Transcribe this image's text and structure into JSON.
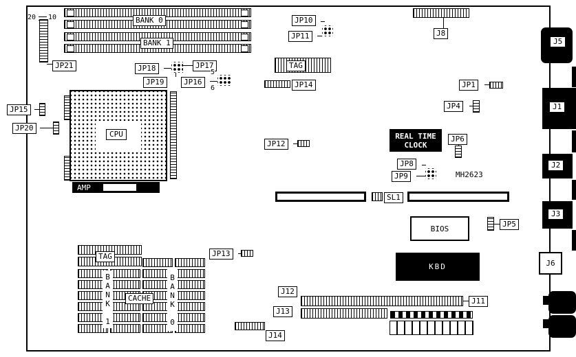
{
  "diagram": {
    "callouts": {
      "jp1": "JP1",
      "jp4": "JP4",
      "jp5": "JP5",
      "jp6": "JP6",
      "jp8": "JP8",
      "jp9": "JP9",
      "jp10": "JP10",
      "jp11": "JP11",
      "jp12": "JP12",
      "jp13": "JP13",
      "jp14": "JP14",
      "jp15": "JP15",
      "jp16": "JP16",
      "jp17": "JP17",
      "jp18": "JP18",
      "jp19": "JP19",
      "jp20": "JP20",
      "jp21": "JP21",
      "j8": "J8",
      "j11": "J11",
      "j12": "J12",
      "j13": "J13",
      "j14": "J14",
      "sl1": "SL1",
      "tag_top": "TAG",
      "tag_bottom": "TAG",
      "cache": "CACHE",
      "bank0_mem": "BANK 0",
      "bank1_mem": "BANK 1",
      "bank0_cache": "BANK 0",
      "bank1_cache": "BANK 1"
    },
    "connector_labels": {
      "j1": "J1",
      "j2": "J2",
      "j3": "J3",
      "j5": "J5",
      "j6": "J6"
    },
    "chips": {
      "cpu": "CPU",
      "amp": "AMP",
      "rtc_line1": "REAL TIME",
      "rtc_line2": "CLOCK",
      "bios": "BIOS",
      "kbd": "KBD",
      "part_number": "MH2623"
    },
    "pin_numbers": {
      "n20": "20",
      "n10": "10",
      "n5": "5",
      "n6": "6"
    }
  }
}
